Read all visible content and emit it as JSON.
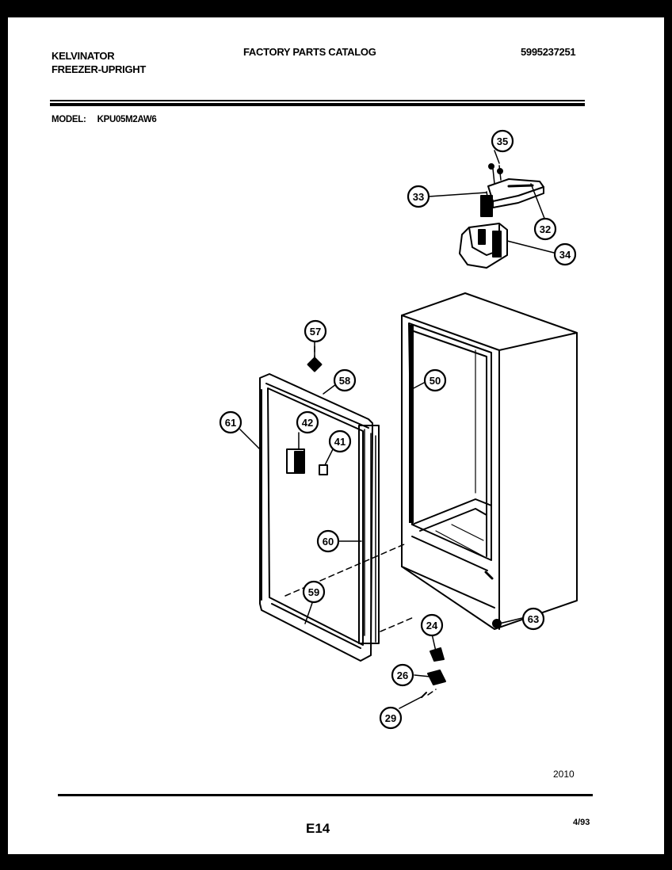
{
  "header": {
    "brand": "KELVINATOR",
    "product": "FREEZER-UPRIGHT",
    "catalog_title": "FACTORY PARTS CATALOG",
    "catalog_number": "5995237251",
    "model_label": "MODEL:",
    "model_value": "KPU05M2AW6"
  },
  "callouts": [
    {
      "id": "35",
      "label": "35"
    },
    {
      "id": "33",
      "label": "33"
    },
    {
      "id": "32",
      "label": "32"
    },
    {
      "id": "34",
      "label": "34"
    },
    {
      "id": "57",
      "label": "57"
    },
    {
      "id": "58",
      "label": "58"
    },
    {
      "id": "50",
      "label": "50"
    },
    {
      "id": "61",
      "label": "61"
    },
    {
      "id": "42",
      "label": "42"
    },
    {
      "id": "41",
      "label": "41"
    },
    {
      "id": "60",
      "label": "60"
    },
    {
      "id": "59",
      "label": "59"
    },
    {
      "id": "24",
      "label": "24"
    },
    {
      "id": "63",
      "label": "63"
    },
    {
      "id": "26",
      "label": "26"
    },
    {
      "id": "29",
      "label": "29"
    }
  ],
  "footer": {
    "figure_number": "2010",
    "page_code": "E14",
    "date": "4/93"
  }
}
